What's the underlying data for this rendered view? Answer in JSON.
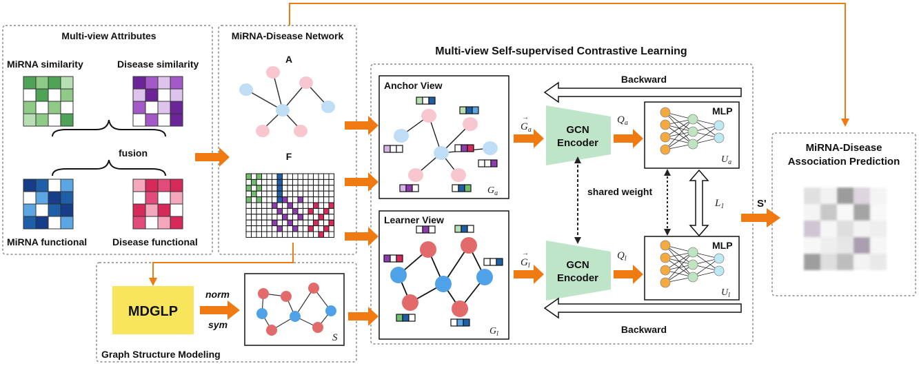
{
  "panels": {
    "attributes": {
      "title": "Multi-view Attributes",
      "mirna_similarity": "MiRNA  similarity",
      "disease_similarity": "Disease  similarity",
      "fusion": "fusion",
      "mirna_functional": "MiRNA  functional",
      "disease_functional": "Disease  functional"
    },
    "network": {
      "title": "MiRNA-Disease Network",
      "graph_a_label": "A",
      "feature_label": "F"
    },
    "structure": {
      "title": "Graph Structure Modeling",
      "mdglp": "MDGLP",
      "norm": "norm",
      "sym": "sym",
      "s_label": "S"
    },
    "contrastive": {
      "title": "Multi-view Self-supervised  Contrastive Learning",
      "anchor_view": "Anchor View",
      "learner_view": "Learner View",
      "ga_label": "Ga",
      "gl_label": "Gl",
      "ga_input": "Ga",
      "gl_input": "Gl",
      "encoder_top_1": "GCN",
      "encoder_top_2": "Encoder",
      "encoder_bot_1": "GCN",
      "encoder_bot_2": "Encoder",
      "qa": "Qa",
      "ql": "Ql",
      "mlp_top": "MLP",
      "mlp_bot": "MLP",
      "ua": "Ua",
      "ul": "Ul",
      "shared_weight": "shared weight",
      "l1": "L1",
      "backward_top": "Backward",
      "backward_bot": "Backward"
    },
    "prediction": {
      "title_1": "MiRNA-Disease",
      "title_2": "Association Prediction",
      "s_prime": "S'"
    }
  },
  "colors": {
    "orange": "#F07A12",
    "green": "#70BF6C",
    "purple": "#8E3BAF",
    "blue": "#1E5FA8",
    "crimson": "#D62B5A",
    "pink_node": "#F8C6CF",
    "lightblue_node": "#BFDDF5",
    "red_node": "#E26A6A",
    "blue_node": "#4FA2E8",
    "encoder": "#BFE5C9",
    "mdglp": "#F8E55C"
  },
  "icons": [
    "arrow-icon",
    "mlp-network-icon",
    "graph-icon",
    "matrix-icon"
  ]
}
